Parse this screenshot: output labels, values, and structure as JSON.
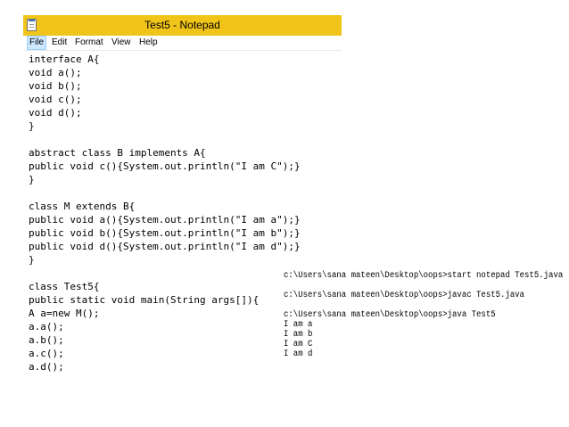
{
  "notepad": {
    "title": "Test5 - Notepad",
    "menu": [
      "File",
      "Edit",
      "Format",
      "View",
      "Help"
    ],
    "code_lines": [
      "interface A{",
      "void a();",
      "void b();",
      "void c();",
      "void d();",
      "}",
      "",
      "abstract class B implements A{",
      "public void c(){System.out.println(\"I am C\");}",
      "}",
      "",
      "class M extends B{",
      "public void a(){System.out.println(\"I am a\");}",
      "public void b(){System.out.println(\"I am b\");}",
      "public void d(){System.out.println(\"I am d\");}",
      "}",
      "",
      "class Test5{",
      "public static void main(String args[]){",
      "A a=new M();",
      "a.a();",
      "a.b();",
      "a.c();",
      "a.d();",
      "}}",
      "}"
    ]
  },
  "console": {
    "lines": [
      "c:\\Users\\sana mateen\\Desktop\\oops>start notepad Test5.java",
      "",
      "c:\\Users\\sana mateen\\Desktop\\oops>javac Test5.java",
      "",
      "c:\\Users\\sana mateen\\Desktop\\oops>java Test5",
      "I am a",
      "I am b",
      "I am C",
      "I am d"
    ]
  },
  "colors": {
    "titlebar": "#f0c419",
    "menu_highlight": "#cde8ff"
  }
}
